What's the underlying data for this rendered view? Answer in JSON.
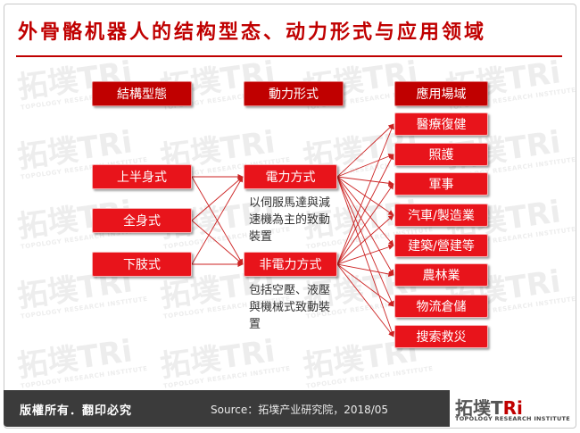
{
  "title": "外骨骼机器人的结构型态、动力形式与应用领域",
  "headers": {
    "structure": "結構型態",
    "power": "動力形式",
    "application": "應用場域"
  },
  "structure_items": [
    "上半身式",
    "全身式",
    "下肢式"
  ],
  "power_items": [
    "電力方式",
    "非電力方式"
  ],
  "power_notes": {
    "electric": "以伺服馬達與減速機為主的致動裝置",
    "non_electric": "包括空壓、液壓與機械式致動裝置"
  },
  "application_items": [
    "醫療復健",
    "照護",
    "軍事",
    "汽車/製造業",
    "建築/營建等",
    "農林業",
    "物流倉儲",
    "搜索救災"
  ],
  "footer": {
    "rights": "版權所有．翻印必究",
    "source": "Source：拓墣产业研究院，2018/05"
  },
  "logo": {
    "main_a": "拓墣",
    "main_b": "T",
    "main_c": "Ri",
    "sub": "TOPOLOGY RESEARCH INSTITUTE"
  },
  "watermark": {
    "main": "拓墣TRi",
    "sub": "TOPOLOGY RESEARCH INSTITUTE"
  },
  "colors": {
    "box_red": "#e8141b",
    "header_red": "#c00000",
    "line_red": "#cc2222",
    "footer_bg": "#3b3b3b"
  }
}
